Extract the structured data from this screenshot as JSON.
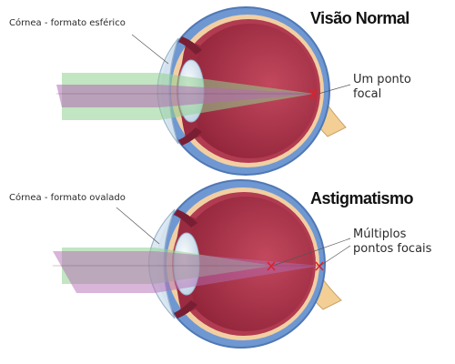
{
  "top": {
    "title": "Visão Normal",
    "cornea_label": "Córnea - formato esférico",
    "focal_line1": "Um ponto",
    "focal_line2": "focal"
  },
  "bottom": {
    "title": "Astigmatismo",
    "cornea_label": "Córnea - formato ovalado",
    "focal_line1": "Múltiplos",
    "focal_line2": "pontos focais"
  },
  "colors": {
    "sclera": "#5b88c8",
    "choroid": "#f3d3a6",
    "retina": "#b4394d",
    "vitreous": "#a33046",
    "lens": "#d8e6f1",
    "cornea": "#cfe1ef",
    "beam_green": "#8fcf8f",
    "beam_purple": "#b36bb3",
    "focal_mark": "#e0202a"
  }
}
